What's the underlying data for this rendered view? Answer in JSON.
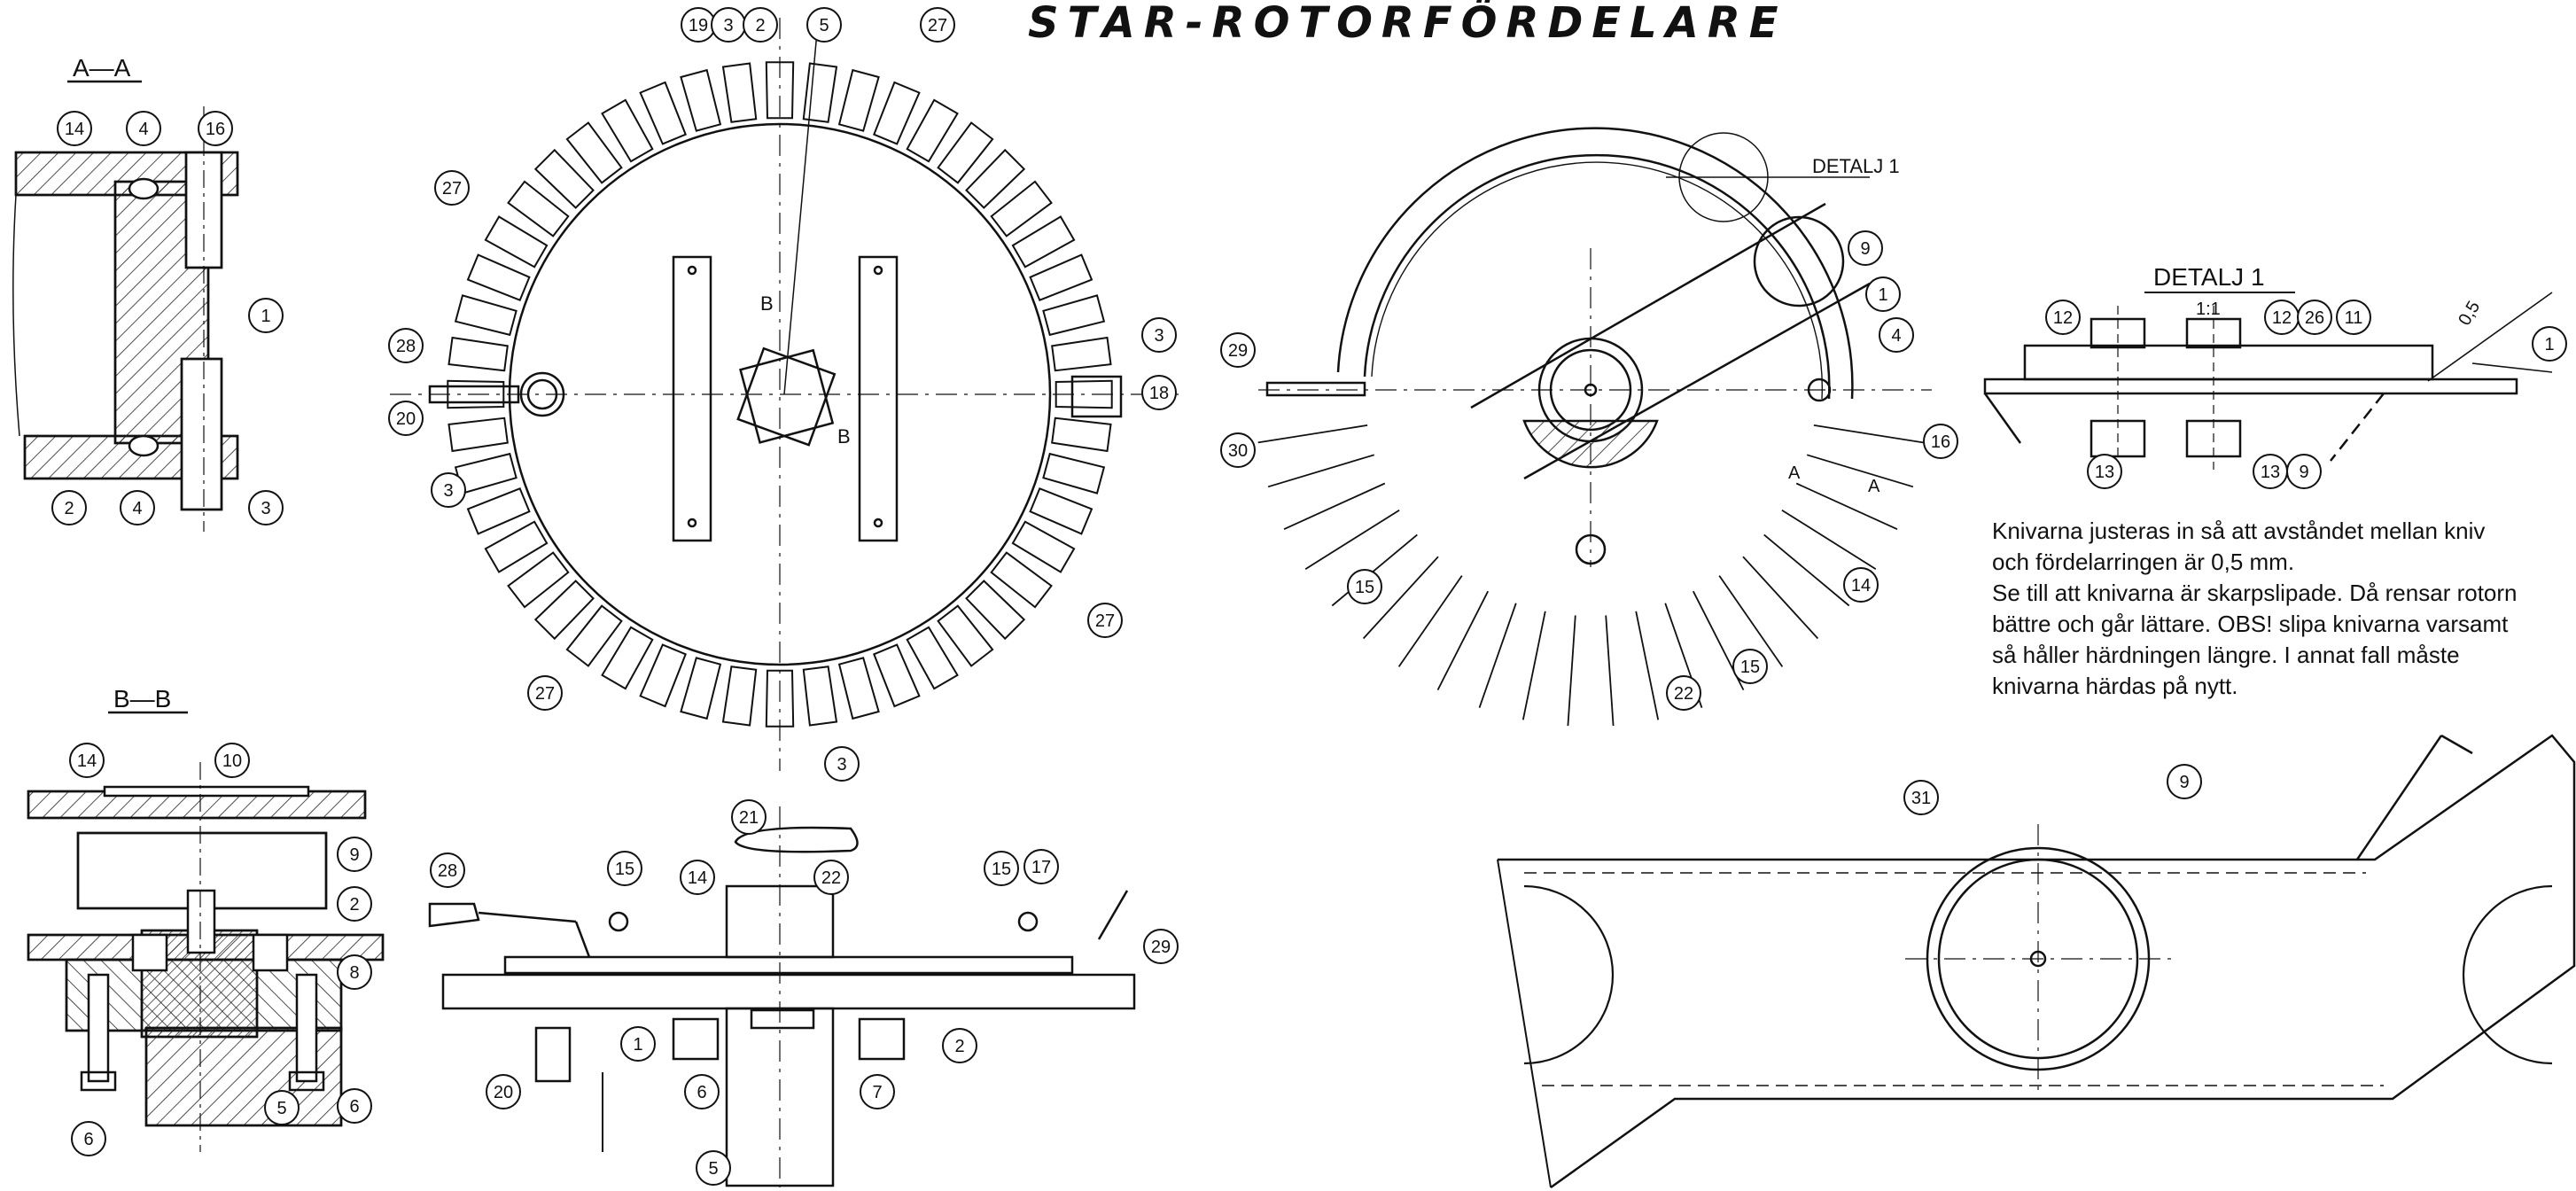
{
  "title": "STAR-ROTORFÖRDELARE",
  "sections": {
    "aa": "A—A",
    "bb": "B—B",
    "detalj_tag": "DETALJ 1",
    "detalj_title": "DETALJ 1",
    "detalj_scale": "1:1",
    "gap": "0,5",
    "arrow_a": "A",
    "arrow_b": "B"
  },
  "notes": [
    "Knivarna justeras in så att avståndet mellan kniv",
    "och fördelarringen är 0,5 mm.",
    "Se till att knivarna är skarpslipade. Då rensar rotorn",
    "bättre och går lättare. OBS! slipa knivarna varsamt",
    "så håller härdningen längre. I annat fall måste",
    "knivarna härdas på nytt."
  ],
  "callouts": {
    "aa": [
      "14",
      "4",
      "16",
      "1",
      "2",
      "4",
      "3"
    ],
    "bb": [
      "14",
      "10",
      "9",
      "2",
      "8",
      "6",
      "5",
      "6"
    ],
    "top": [
      "19",
      "3",
      "2",
      "5",
      "27",
      "27",
      "28",
      "20",
      "3",
      "27",
      "27",
      "3",
      "18",
      "3"
    ],
    "half": [
      "9",
      "1",
      "4",
      "29",
      "30",
      "16",
      "15",
      "14",
      "22",
      "15"
    ],
    "detail": [
      "12",
      "12",
      "26",
      "11",
      "1",
      "13",
      "13",
      "9"
    ],
    "side": [
      "21",
      "14",
      "22",
      "15",
      "15",
      "17",
      "28",
      "29",
      "2",
      "1",
      "20",
      "6",
      "7",
      "5"
    ],
    "knife": [
      "31",
      "9"
    ]
  }
}
